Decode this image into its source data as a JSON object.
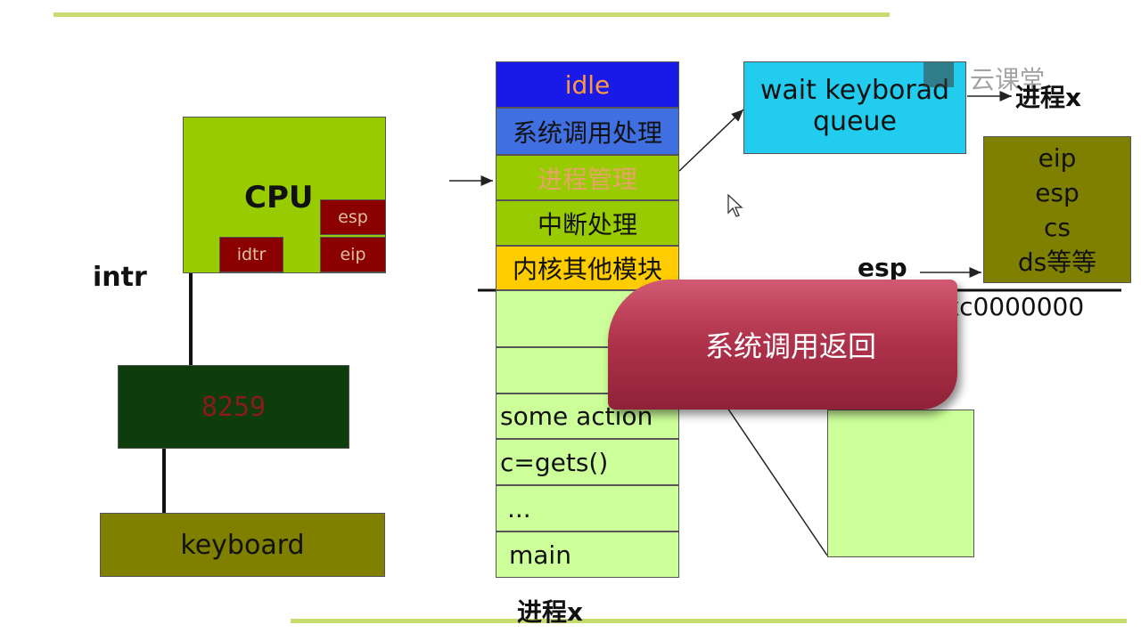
{
  "cpu": {
    "label": "CPU",
    "idtr": "idtr",
    "esp": "esp",
    "eip": "eip"
  },
  "intr_label": "intr",
  "pic": {
    "label": "8259"
  },
  "keyboard": {
    "label": "keyboard"
  },
  "kernel_stack": [
    {
      "label": "idle",
      "color": "#1a1ae8",
      "text_color": "#ff9a3c"
    },
    {
      "label": "系统调用处理",
      "color": "#3f6fe0",
      "text_color": "#111111"
    },
    {
      "label": "进程管理",
      "color": "#99cc00",
      "text_color": "#e8a36a"
    },
    {
      "label": "中断处理",
      "color": "#99cc00",
      "text_color": "#111111"
    },
    {
      "label": "内核其他模块",
      "color": "#ffcc00",
      "text_color": "#111111"
    }
  ],
  "user_stack": [
    {
      "label": ""
    },
    {
      "label": ""
    },
    {
      "label": "some action"
    },
    {
      "label": "c=gets()"
    },
    {
      "label": "..."
    },
    {
      "label": "main"
    }
  ],
  "process_label_bottom": "进程x",
  "wait_queue": {
    "line1": "wait keyborad",
    "line2": "queue"
  },
  "process_label_top": "进程x",
  "watermark": "云课堂",
  "kernel_frame": {
    "lines": [
      "eip",
      "esp",
      "cs",
      "ds等等"
    ]
  },
  "esp_label": "esp",
  "address_label": "xc0000000",
  "banner": {
    "label": "系统调用返回"
  },
  "colors": {
    "rule": "#c6dc6e",
    "cpu": "#99cc00",
    "register": "#8b0000",
    "pic": "#0d3d0d",
    "keyboard": "#808000",
    "user_cell": "#ccff99",
    "wait_queue": "#22ccee",
    "kernel_frame": "#808000",
    "banner": "#b0344c"
  }
}
